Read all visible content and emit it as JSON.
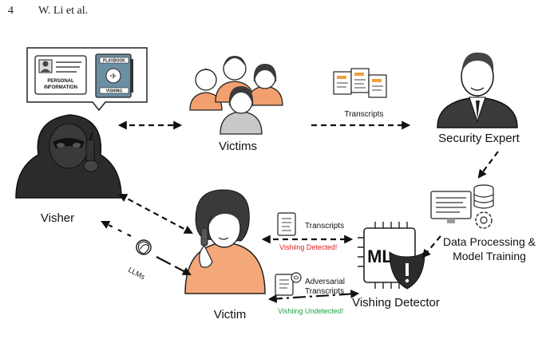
{
  "header": {
    "page_number": "4",
    "authors": "W. Li et al."
  },
  "figure": {
    "labels": {
      "victims": "Victims",
      "security_expert": "Security Expert",
      "visher": "Visher",
      "victim": "Victim",
      "data_processing": "Data Processing &",
      "model_training": "Model Training",
      "vishing_detector": "Vishing Detector"
    },
    "transcripts_top": "Transcripts",
    "transcripts_mid": "Transcripts",
    "adversarial_1": "Adversarial",
    "adversarial_2": "Transcripts",
    "vishing_detected": "Vishiing Detected!",
    "vishing_undetected": "Vishiing Undetected!",
    "llms": "LLMs",
    "ml_chip": "ML",
    "personal_info_1": "PERSONAL",
    "personal_info_2": "INFORMATION",
    "playbook": "PLAYBOOK",
    "vishing_book": "VISHING",
    "colors": {
      "detected": "#e02020",
      "undetected": "#1fa24a",
      "victim_shirt": "#f4a87a",
      "victims_shirt": "#f2a06e",
      "expert_suit": "#3a3a3a"
    }
  }
}
